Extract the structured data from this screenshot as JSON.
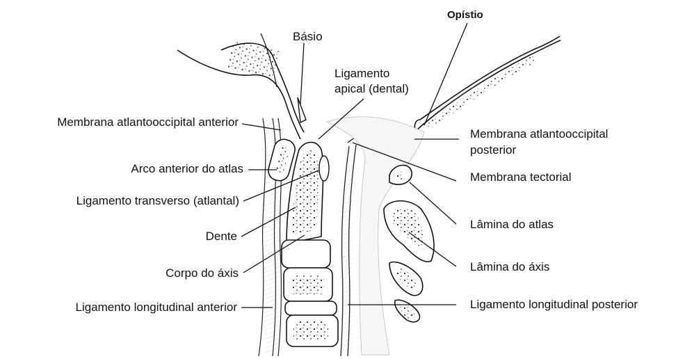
{
  "labels": {
    "opistio": "Opístio",
    "basio": "Básio",
    "lig_apical_1": "Ligamento",
    "lig_apical_2": "apical (dental)",
    "memb_ant": "Membrana atlantooccipital anterior",
    "memb_post_1": "Membrana  atlantooccipital",
    "memb_post_2": "posterior",
    "arco_ant": "Arco anterior do atlas",
    "memb_tect": "Membrana tectorial",
    "lig_transv": "Ligamento transverso (atlantal)",
    "dente": "Dente",
    "lamina_atlas": "Lâmina do atlas",
    "corpo_axis": "Corpo do áxis",
    "lamina_axis": "Lâmina do áxis",
    "lig_long_ant": "Ligamento longitudinal anterior",
    "lig_long_post": "Ligamento longitudinal posterior"
  }
}
